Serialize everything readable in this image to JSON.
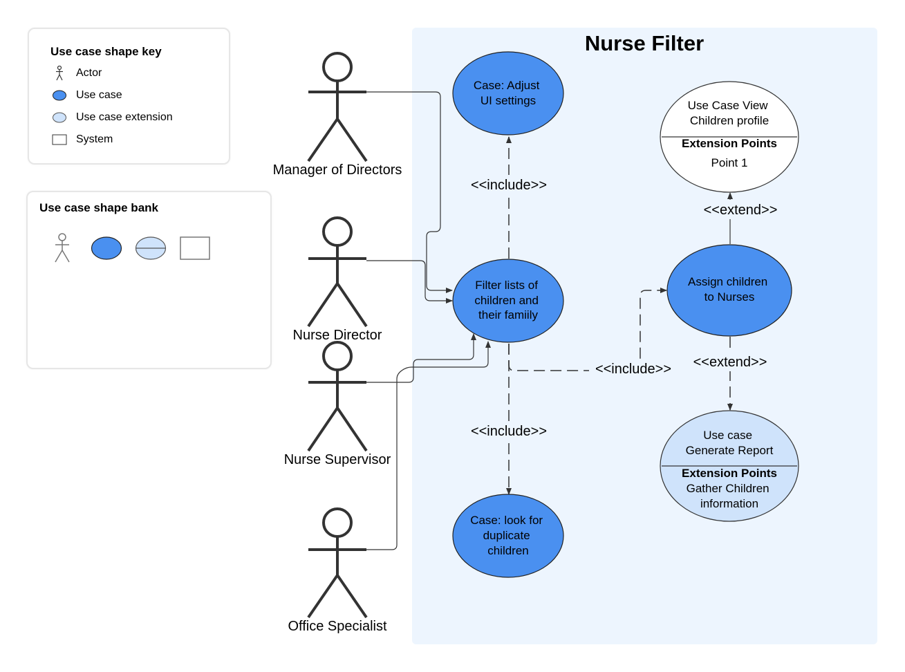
{
  "key": {
    "title": "Use case shape key",
    "items": [
      {
        "label": "Actor",
        "icon": "actor-icon"
      },
      {
        "label": "Use case",
        "icon": "use-case-icon"
      },
      {
        "label": "Use case extension",
        "icon": "use-case-extension-icon"
      },
      {
        "label": "System",
        "icon": "system-icon"
      }
    ]
  },
  "bank": {
    "title": "Use case shape bank",
    "items": [
      "actor-shape",
      "use-case-shape",
      "use-case-extension-shape",
      "system-shape"
    ]
  },
  "system": {
    "title": "Nurse Filter"
  },
  "actors": {
    "manager": "Manager of Directors",
    "director": "Nurse Director",
    "supervisor": "Nurse Supervisor",
    "specialist": "Office Specialist"
  },
  "use_cases": {
    "adjust_ui": [
      "Case: Adjust",
      "UI settings"
    ],
    "filter": [
      "Filter lists of",
      "children and",
      "their famiily"
    ],
    "duplicates": [
      "Case: look for",
      "duplicate",
      "children"
    ],
    "assign": [
      "Assign children",
      "to Nurses"
    ],
    "view_profile": {
      "lines": [
        "Use Case View",
        "Children profile"
      ],
      "ext_title": "Extension Points",
      "ext_lines": [
        "Point 1"
      ]
    },
    "report": {
      "lines": [
        "Use case",
        "Generate Report"
      ],
      "ext_title": "Extension Points",
      "ext_lines": [
        "Gather Children",
        "information"
      ]
    }
  },
  "relations": {
    "include_up": "<<include>>",
    "include_down": "<<include>>",
    "include_right": "<<include>>",
    "extend_up": "<<extend>>",
    "extend_down": "<<extend>>"
  },
  "colors": {
    "use_case": "#4a90f0",
    "extension": "#cfe3fb",
    "system_bg": "#edf5fe",
    "line": "#333333"
  }
}
